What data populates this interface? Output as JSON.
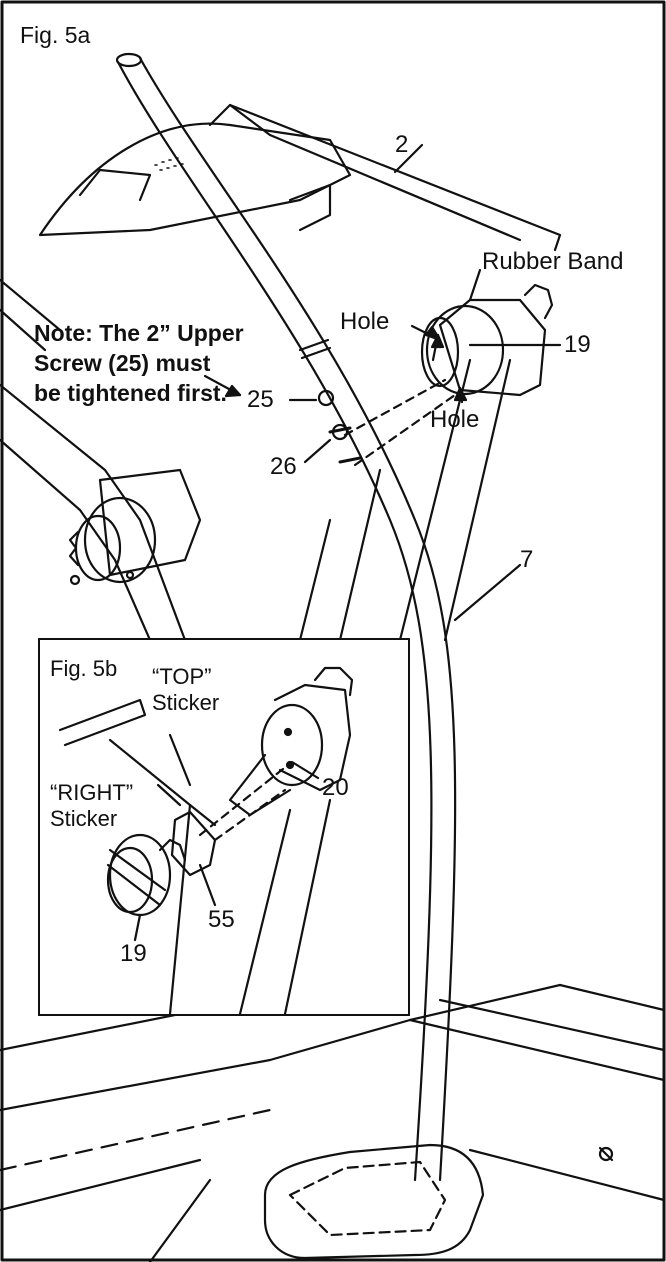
{
  "figure_a": {
    "title": "Fig. 5a",
    "labels": {
      "part_2": "2",
      "rubber_band": "Rubber Band",
      "hole_top": "Hole",
      "hole_bottom": "Hole",
      "part_19": "19",
      "part_25": "25",
      "part_26": "26",
      "part_7": "7"
    },
    "note": {
      "line1": "Note: The 2” Upper",
      "line2": "Screw (25) must",
      "line3": "be tightened first."
    }
  },
  "figure_b": {
    "title": "Fig. 5b",
    "labels": {
      "top_sticker_line1": "“TOP”",
      "top_sticker_line2": "Sticker",
      "right_sticker_line1": "“RIGHT”",
      "right_sticker_line2": "Sticker",
      "part_20": "20",
      "part_55": "55",
      "part_19": "19"
    }
  }
}
